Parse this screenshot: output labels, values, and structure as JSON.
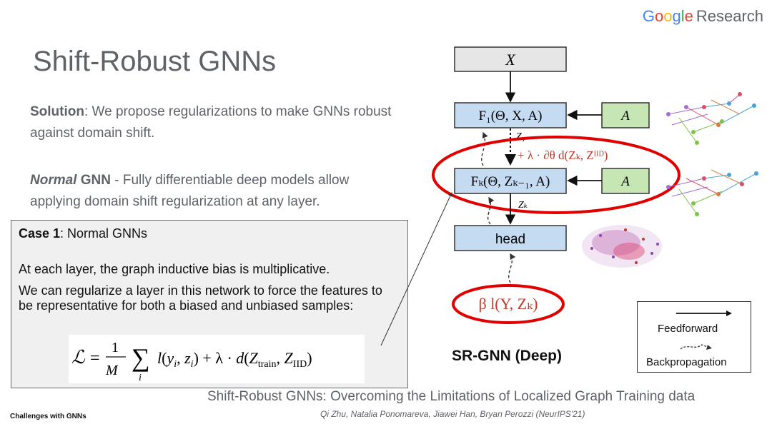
{
  "brand": {
    "google_letters": [
      "G",
      "o",
      "o",
      "g",
      "l",
      "e"
    ],
    "research": "Research"
  },
  "slide_title": "Shift-Robust GNNs",
  "solution": {
    "label": "Solution",
    "text": ":  We propose regularizations to make GNNs robust against domain shift."
  },
  "normal": {
    "label_italic": "Normal",
    "label_rest": " GNN",
    "text": " - Fully differentiable deep models allow applying domain shift regularization at any layer."
  },
  "case_box": {
    "title_bold": "Case 1",
    "title_rest": ":  Normal GNNs",
    "line1": "At each layer, the graph inductive bias is multiplicative.",
    "line2": "We can regularize a layer in this network to force the features to be representative for both a biased and unbiased samples:"
  },
  "diagram": {
    "x_box": "X",
    "f1_box": "F₁(Θ, X, A)",
    "fk_box": "Fₖ(Θ, Zₖ₋₁, A)",
    "a_box_1": "A",
    "a_box_2": "A",
    "z1_label": "Z₁",
    "zk_label": "Zₖ",
    "reg_term": "+ λ · ∂θ d(Zₖ, Zᴵᴵᴰ)",
    "head_box": "head",
    "loss": "β l(Y, Zₖ)",
    "model_label": "SR-GNN (Deep)"
  },
  "legend": {
    "feedforward": "Feedforward",
    "backpropagation": "Backpropagation"
  },
  "footer": {
    "section": "Challenges with GNNs",
    "paper_title": "Shift-Robust GNNs: Overcoming the Limitations of Localized Graph Training data",
    "authors": "Qi Zhu, Natalia Ponomareva, Jiawei Han, Bryan Perozzi (NeurIPS'21)"
  },
  "colors": {
    "box_blue": "#c5dbf1",
    "box_green": "#c6e6b3",
    "box_gray": "#e6e6e6",
    "ellipse_red": "#e00000",
    "reg_text_red": "#c0392b"
  }
}
